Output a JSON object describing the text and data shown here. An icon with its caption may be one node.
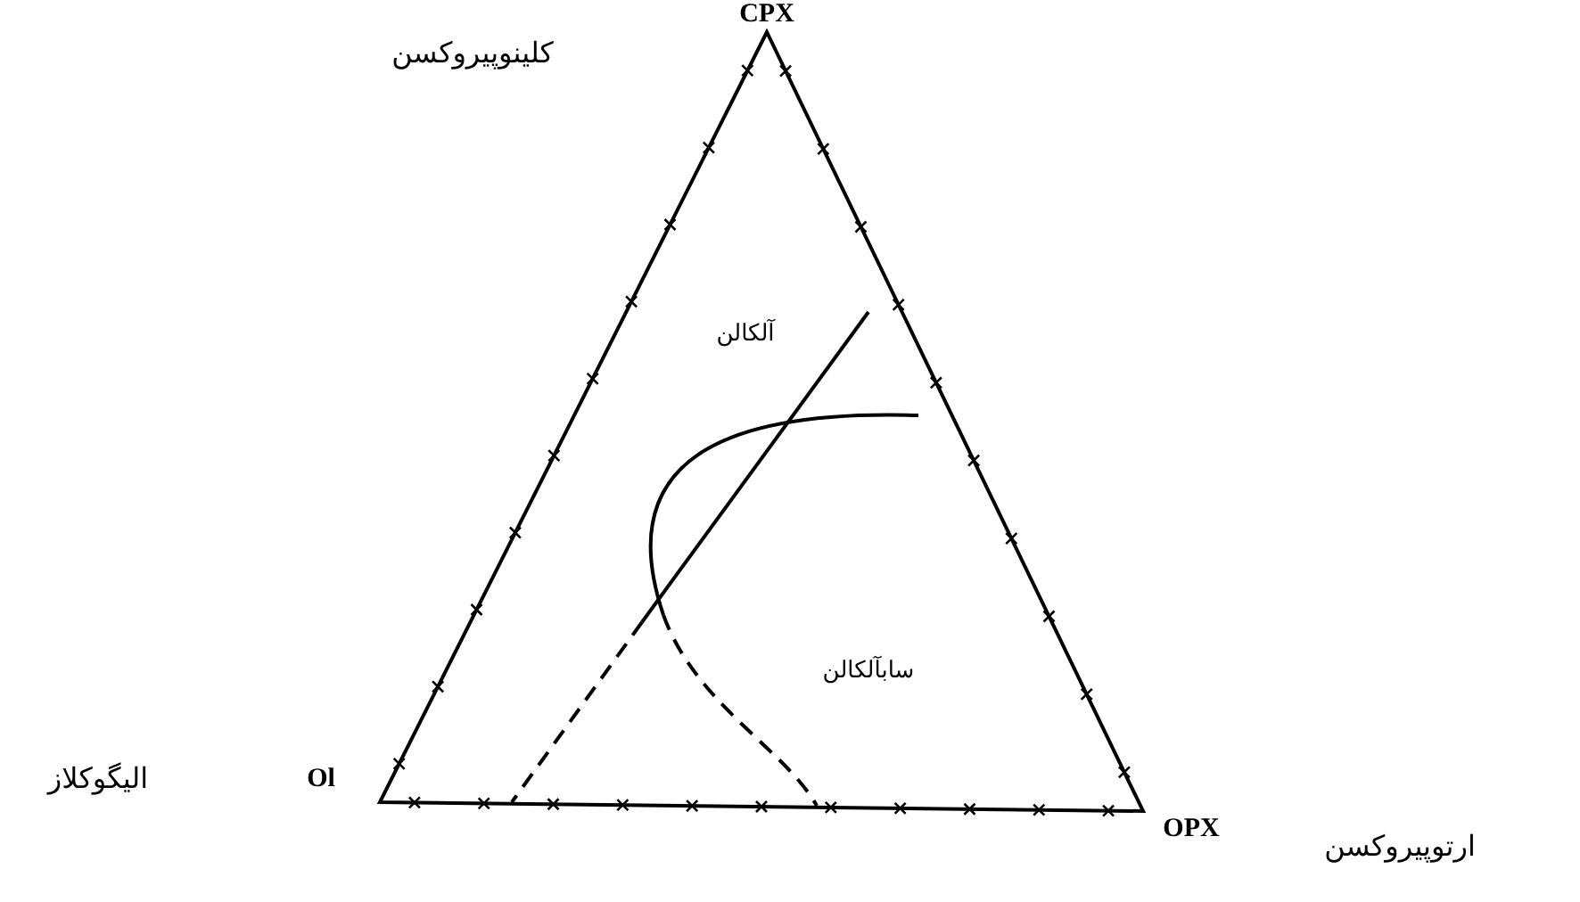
{
  "diagram": {
    "labels": [
      "کلینوپیروکسن",
      "CPX",
      "آلکالن",
      "سابآلکالن",
      "الیگوکلاز",
      "Ol",
      "OPX",
      "ارتوپیروکسن"
    ]
  }
}
